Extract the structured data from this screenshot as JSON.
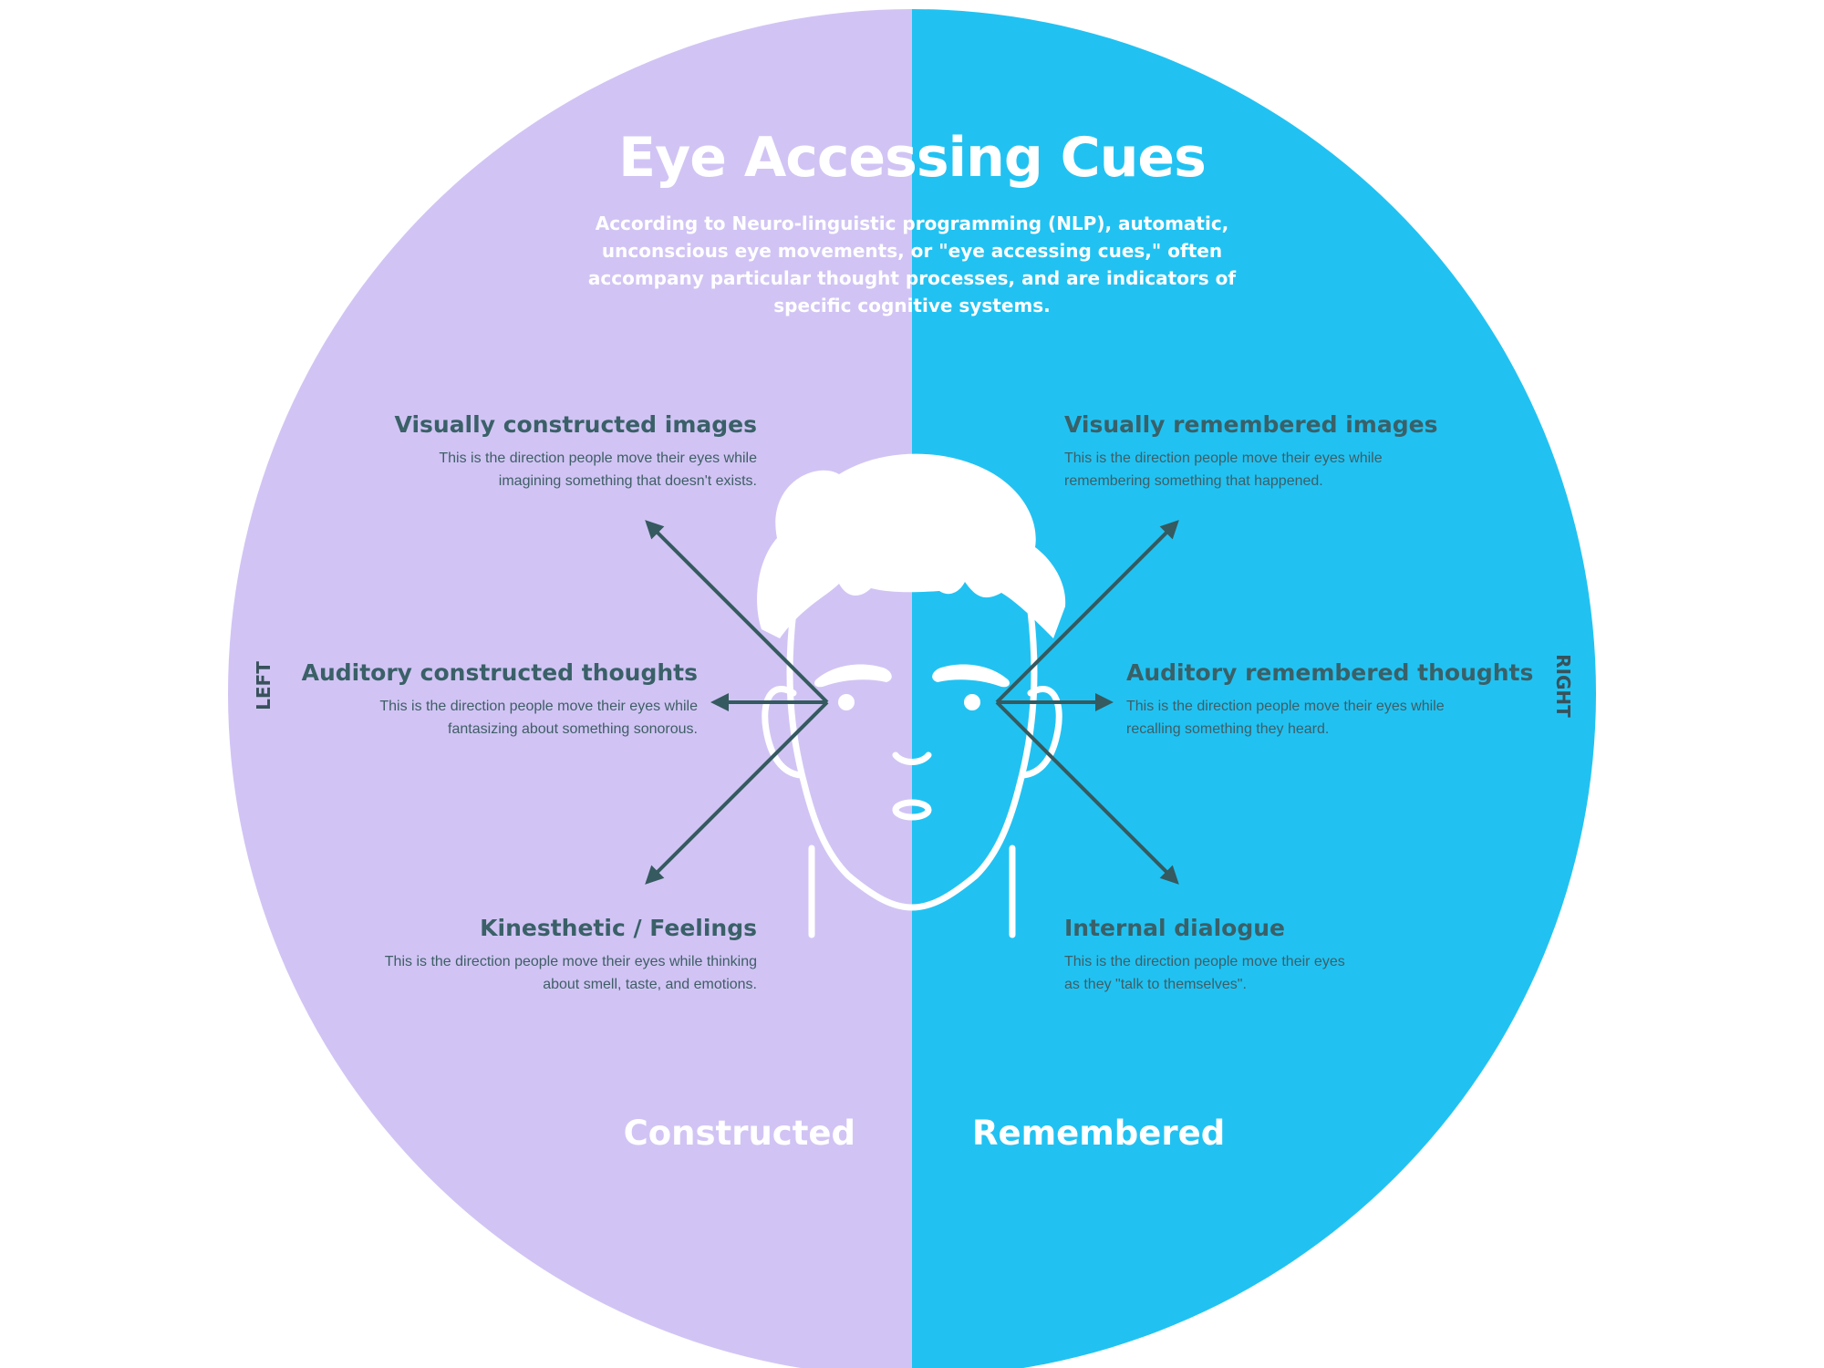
{
  "title": "Eye Accessing Cues",
  "intro": "According to Neuro-linguistic programming (NLP), automatic, unconscious eye movements, or \"eye accessing cues,\" often accompany particular thought processes, and are indicators of specific cognitive systems.",
  "colors": {
    "left_half": "#d1c4f4",
    "right_half": "#21c2f2",
    "text_dark": "#3a6068",
    "arrow": "#355a5f",
    "face_line": "#ffffff"
  },
  "side_labels": {
    "left": "LEFT",
    "right": "RIGHT"
  },
  "cues": {
    "visual_constructed": {
      "title": "Visually constructed  images",
      "description": "This is the direction people move their eyes while imagining something that doesn't exists."
    },
    "auditory_constructed": {
      "title": "Auditory constructed thoughts",
      "description": "This is the direction people move their eyes while fantasizing about something sonorous."
    },
    "kinesthetic": {
      "title": "Kinesthetic / Feelings",
      "description": "This is the direction people move their eyes while thinking about smell, taste, and emotions."
    },
    "visual_remembered": {
      "title": "Visually remembered images",
      "description": "This is the direction people move their eyes while remembering something that happened."
    },
    "auditory_remembered": {
      "title": "Auditory remembered thoughts",
      "description": "This is the direction people move their eyes while recalling something they heard."
    },
    "internal_dialogue": {
      "title": "Internal dialogue",
      "description": "This is the direction people move their eyes as they \"talk to themselves\"."
    }
  },
  "bottom_labels": {
    "left": "Constructed",
    "right": "Remembered"
  },
  "icons": {
    "face": "face-outline-icon",
    "arrows": "direction-arrow-icon"
  }
}
